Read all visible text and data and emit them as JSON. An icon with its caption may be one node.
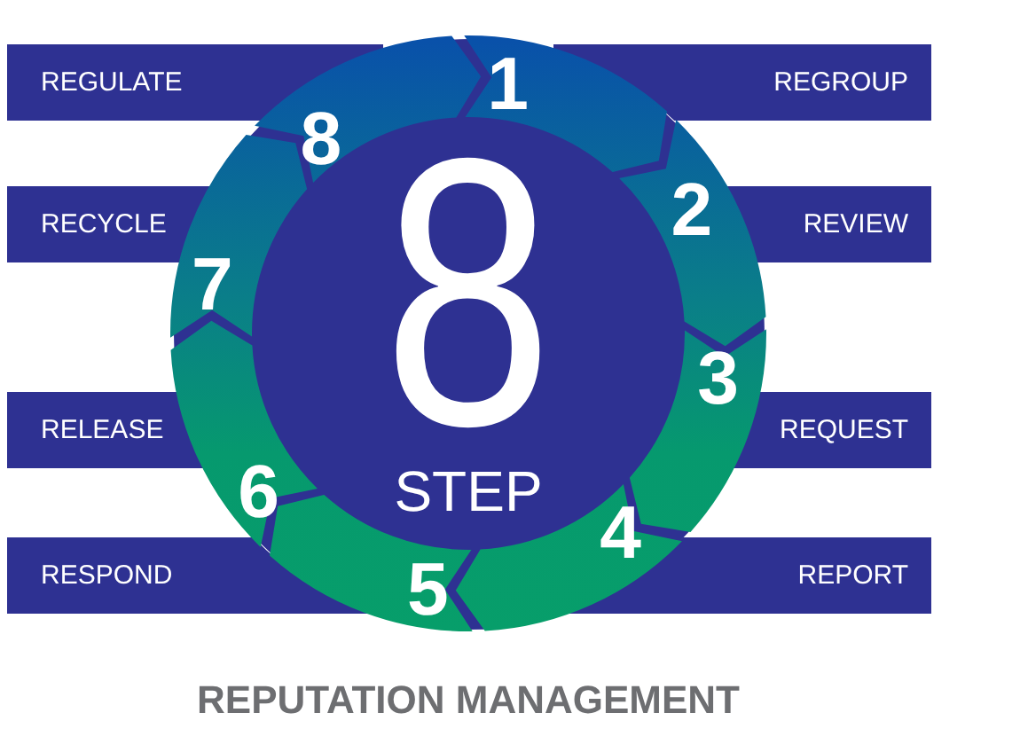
{
  "diagram": {
    "title": "REPUTATION MANAGEMENT",
    "nodes": [
      {
        "text": [
          "REGULATE"
        ]
      },
      {
        "text": [
          "REGROUP"
        ]
      },
      {
        "text": [
          "RECYCLE"
        ]
      },
      {
        "text": [
          "REVIEW"
        ]
      },
      {
        "text": [
          "RELEASE"
        ]
      },
      {
        "text": [
          "REQUEST"
        ]
      },
      {
        "text": [
          "RESPOND"
        ]
      },
      {
        "text": [
          "REPORT"
        ]
      },
      {
        "text": [
          "8",
          "STEP"
        ]
      },
      {
        "text": [
          "1"
        ],
        "in": 8
      },
      {
        "text": [
          "2"
        ],
        "in": 8
      },
      {
        "text": [
          "3"
        ],
        "in": 8
      },
      {
        "text": [
          "4"
        ],
        "in": 8
      },
      {
        "text": [
          "5"
        ],
        "in": 8
      },
      {
        "text": [
          "6"
        ],
        "in": 8
      },
      {
        "text": [
          "7"
        ],
        "in": 8
      },
      {
        "text": [
          "8"
        ],
        "in": 8
      }
    ]
  }
}
